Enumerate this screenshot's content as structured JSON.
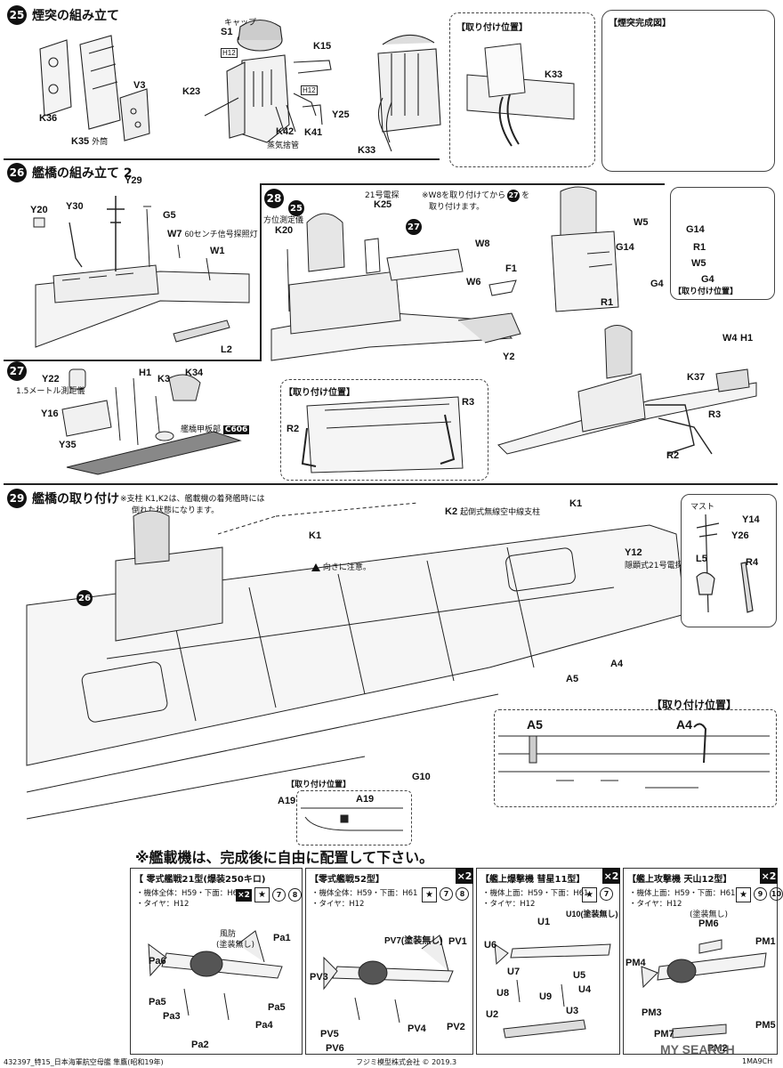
{
  "step25": {
    "num": "25",
    "title": "煙突の組み立て",
    "labels": {
      "cap": "キャップ",
      "s1": "S1",
      "h12": "H12",
      "h12b": "H12",
      "k15": "K15",
      "k23": "K23",
      "k36": "K36",
      "v3": "V3",
      "k35": "K35",
      "k35_sub": "外筒",
      "k41": "K41",
      "y25": "Y25",
      "k42": "K42",
      "k42_sub": "蒸気捨管",
      "k33": "K33"
    },
    "mount_title": "【取り付け位置】",
    "mount_k33": "K33",
    "done_title": "【煙突完成図】"
  },
  "step26": {
    "num": "26",
    "title": "艦橋の組み立て 2",
    "labels": {
      "y29": "Y29",
      "y20": "Y20",
      "y30": "Y30",
      "g5": "G5",
      "w7": "W7",
      "w7_sub": "60センチ信号探照灯",
      "w1": "W1",
      "l2": "L2"
    }
  },
  "step28": {
    "num": "28",
    "ref25": "25",
    "ref27": "27",
    "ref27b": "27",
    "labels": {
      "k20_sub": "方位測定儀",
      "k20": "K20",
      "k25_sub": "21号電探",
      "k25": "K25",
      "note": "※W8を取り付けてから",
      "note2": "を",
      "note3": "取り付けます。",
      "w8": "W8",
      "w6": "W6",
      "f1": "F1",
      "y2": "Y2",
      "w5a": "W5",
      "g14a": "G14",
      "g4a": "G4",
      "r1a": "R1",
      "g14b": "G14",
      "r1b": "R1",
      "w5b": "W5",
      "g4b": "G4"
    },
    "mount_title": "【取り付け位置】",
    "mount_r2": "R2",
    "mount_r3": "R3",
    "w4": "W4",
    "h1": "H1",
    "k37": "K37",
    "r3": "R3",
    "r2": "R2"
  },
  "step27": {
    "num": "27",
    "labels": {
      "y22": "Y22",
      "y22_sub": "1.5メートル測距儀",
      "h1": "H1",
      "k3": "K3",
      "k34": "K34",
      "y16": "Y16",
      "y35": "Y35",
      "deck": "艦橋甲板部",
      "deck_code": "C606"
    }
  },
  "step29": {
    "num": "29",
    "title": "艦橋の取り付け",
    "note1": "※支柱 K1,K2は、艦載機の着発艦時には",
    "note2": "倒れた状態になります。",
    "ref26": "26",
    "labels": {
      "k1a": "K1",
      "k2": "K2",
      "k2_sub": "起倒式無線空中線支柱",
      "k1b": "K1",
      "y12": "Y12",
      "y12_sub": "隠顕式21号電探",
      "caution": "向きに注意。",
      "mast": "マスト",
      "y14": "Y14",
      "y26": "Y26",
      "l5": "L5",
      "r4": "R4",
      "a4": "A4",
      "a5": "A5",
      "g10": "G10",
      "a19": "A19"
    },
    "mount_title": "【取り付け位置】",
    "mount_a5": "A5",
    "mount_a4": "A4",
    "mount2_title": "【取り付け位置】",
    "mount2_a19": "A19"
  },
  "aircraft_note": "※艦載機は、完成後に自由に配置して下さい。",
  "aircraft": [
    {
      "title": "【 零式艦戦21型(爆装250キロ)",
      "line1": "・機体全体：H59・下面：H61",
      "line2": "・タイヤ：H12",
      "parts": [
        "Pa1",
        "Pa5",
        "Pa6",
        "Pa3",
        "Pa4",
        "Pa2",
        "Pa5"
      ],
      "extra": "風防",
      "extra2": "(塗装無し)",
      "count": "×2"
    },
    {
      "title": "【零式艦戦52型】",
      "line1": "・機体全体：H59・下面：H61",
      "line2": "・タイヤ：H12",
      "parts": [
        "PV7(塗装無し)",
        "PV1",
        "PV3",
        "PV5",
        "PV4",
        "PV2",
        "PV6"
      ],
      "count": "×2"
    },
    {
      "title": "【艦上爆撃機 彗星11型】",
      "line1": "・機体上面：H59・下面：H61",
      "line2": "・タイヤ：H12",
      "parts": [
        "U10(塗装無し)",
        "U1",
        "U6",
        "U7",
        "U5",
        "U8",
        "U9",
        "U4",
        "U2",
        "U3"
      ],
      "count": "×2"
    },
    {
      "title": "【艦上攻撃機 天山12型】",
      "line1": "・機体上面：H59・下面：H61",
      "line2": "・タイヤ：H12",
      "parts": [
        "PM6",
        "PM1",
        "PM4",
        "PM3",
        "PM5",
        "PM7",
        "PM2"
      ],
      "extra": "(塗装無し)",
      "count": "×2"
    }
  ],
  "footer": {
    "left": "432397_特15_日本海軍航空母艦 隼鷹(昭和19年)",
    "center": "フジミ模型株式会社 © 2019.3",
    "right": "1MA9CH",
    "watermark": "MY SEARCH"
  }
}
